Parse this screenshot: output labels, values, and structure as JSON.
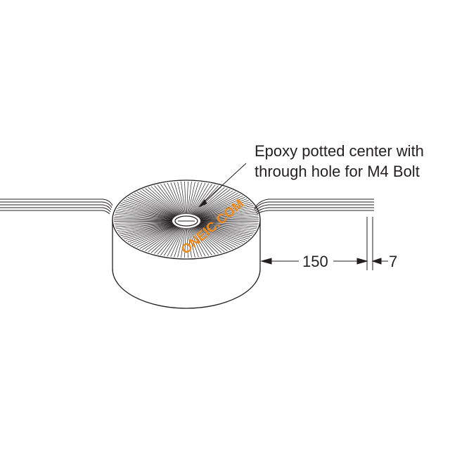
{
  "callout": {
    "line1": "Epoxy potted center with",
    "line2": "through hole for M4 Bolt"
  },
  "dimensions": {
    "lead_length": "150",
    "strip_length": "7"
  },
  "watermark": "ONEIC.COM",
  "colors": {
    "line": "#231f20",
    "watermark": "#f08a1c"
  }
}
